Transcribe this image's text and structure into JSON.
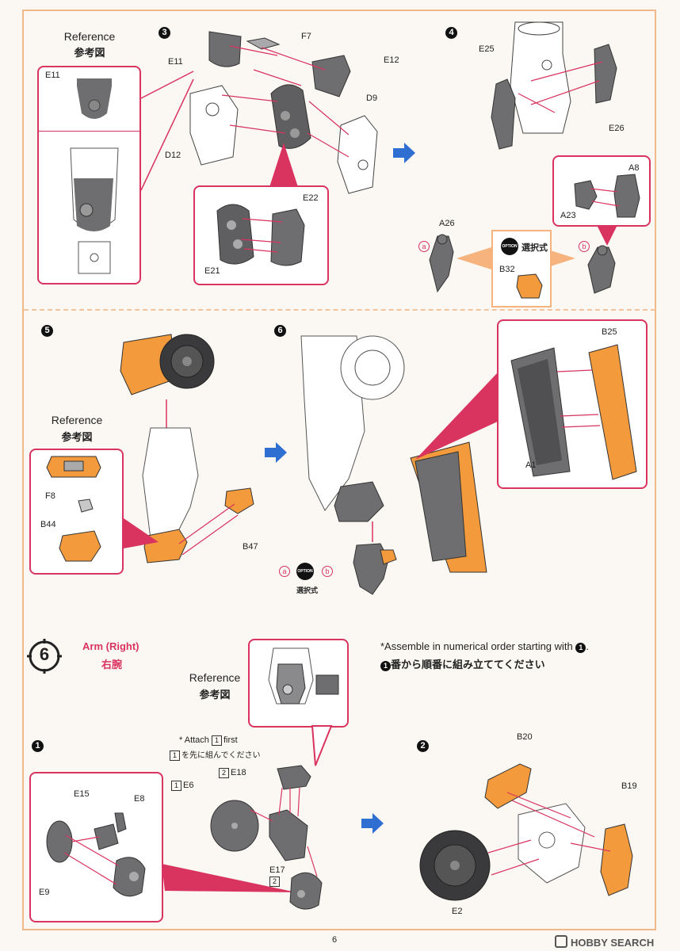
{
  "colors": {
    "accent_pink": "#d9335f",
    "orange": "#f29a3c",
    "gray": "#6e6e70",
    "blue_arrow": "#2f6fd1"
  },
  "top": {
    "reference": {
      "en": "Reference",
      "jp": "参考図",
      "part": "E11"
    },
    "step3": {
      "num": "3",
      "labels": {
        "e11": "E11",
        "f7": "F7",
        "e12": "E12",
        "d9": "D9",
        "d12": "D12",
        "e22": "E22",
        "e21": "E21"
      }
    },
    "step4": {
      "num": "4",
      "labels": {
        "e25": "E25",
        "e26": "E26",
        "a8": "A8",
        "a23": "A23",
        "a26": "A26",
        "b32": "B32"
      },
      "option_badge": "OPTION",
      "option_text": "選択式",
      "a": "a",
      "b": "b"
    }
  },
  "middle": {
    "step5": {
      "num": "5",
      "reference": {
        "en": "Reference",
        "jp": "参考図"
      },
      "labels": {
        "f8": "F8",
        "b44": "B44",
        "b47": "B47"
      }
    },
    "step6": {
      "num": "6",
      "labels": {
        "b25": "B25",
        "a1": "A1"
      },
      "option_badge": "OPTION",
      "option_text": "選択式",
      "a": "a",
      "b": "b"
    }
  },
  "bottom": {
    "section": {
      "num": "6",
      "title_en": "Arm (Right)",
      "title_jp": "右腕"
    },
    "note": {
      "en_prefix": "*Assemble in numerical order starting with",
      "en_num": "1",
      "en_suffix": ".",
      "jp_num": "1",
      "jp_text": "番から順番に組み立ててください"
    },
    "reference": {
      "en": "Reference",
      "jp": "参考図"
    },
    "attach": {
      "prefix": "* Attach",
      "num": "1",
      "suffix": "first",
      "jp_num": "1",
      "jp_text": "を先に組んでください"
    },
    "step1": {
      "num": "1",
      "labels": {
        "e15": "E15",
        "e8": "E8",
        "e9": "E9",
        "e6": "E6",
        "e18": "E18",
        "e17": "E17"
      },
      "e6_num": "1",
      "e18_num": "2",
      "e17_num": "2"
    },
    "step2": {
      "num": "2",
      "labels": {
        "b20": "B20",
        "b19": "B19",
        "e2": "E2"
      }
    }
  },
  "footer": {
    "page_number": "6",
    "watermark": "HOBBY SEARCH"
  }
}
